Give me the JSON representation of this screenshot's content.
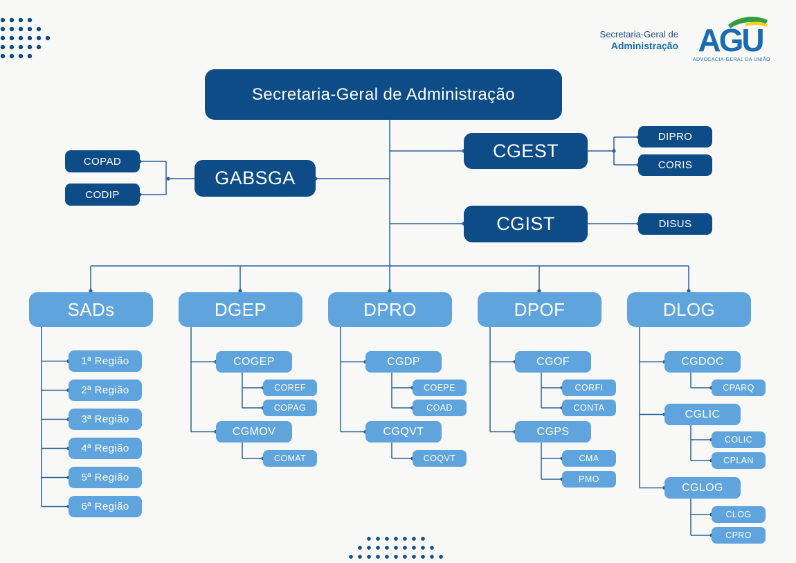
{
  "header": {
    "org_line1": "Secretaria-Geral de",
    "org_line2": "Administração",
    "logo_acronym": "AGU",
    "logo_subtitle": "ADVOCACIA-GERAL DA UNIÃO"
  },
  "colors": {
    "dark_blue": "#0d4c87",
    "light_blue": "#5fa4dd",
    "connector": "#2a6199",
    "background": "#f8f8f7",
    "logo_blue": "#1c6ab2",
    "logo_green": "#2f9e41",
    "logo_yellow": "#f8d117"
  },
  "nodes": {
    "root": "Secretaria-Geral de Administração",
    "gabsga": "GABSGA",
    "copad": "COPAD",
    "codip": "CODIP",
    "cgest": "CGEST",
    "dipro": "DIPRO",
    "coris": "CORIS",
    "cgist": "CGIST",
    "disus": "DISUS",
    "sads": "SADs",
    "regioes": [
      "1ª Região",
      "2ª Região",
      "3ª Região",
      "4ª Região",
      "5ª Região",
      "6ª Região"
    ],
    "dgep": "DGEP",
    "cogep": "COGEP",
    "coref": "COREF",
    "copag": "COPAG",
    "cgmov": "CGMOV",
    "comat": "COMAT",
    "dpro": "DPRO",
    "cgdp": "CGDP",
    "coepe": "COEPE",
    "coad": "COAD",
    "cgqvt": "CGQVT",
    "coqvt": "COQVT",
    "dpof": "DPOF",
    "cgof": "CGOF",
    "corfi": "CORFI",
    "conta": "CONTA",
    "cgps": "CGPS",
    "cma": "CMA",
    "pmo": "PMO",
    "dlog": "DLOG",
    "cgdoc": "CGDOC",
    "cparq": "CPARQ",
    "cglic": "CGLIC",
    "colic": "COLIC",
    "cplan": "CPLAN",
    "cglog": "CGLOG",
    "clog": "CLOG",
    "cpro": "CPRO"
  }
}
